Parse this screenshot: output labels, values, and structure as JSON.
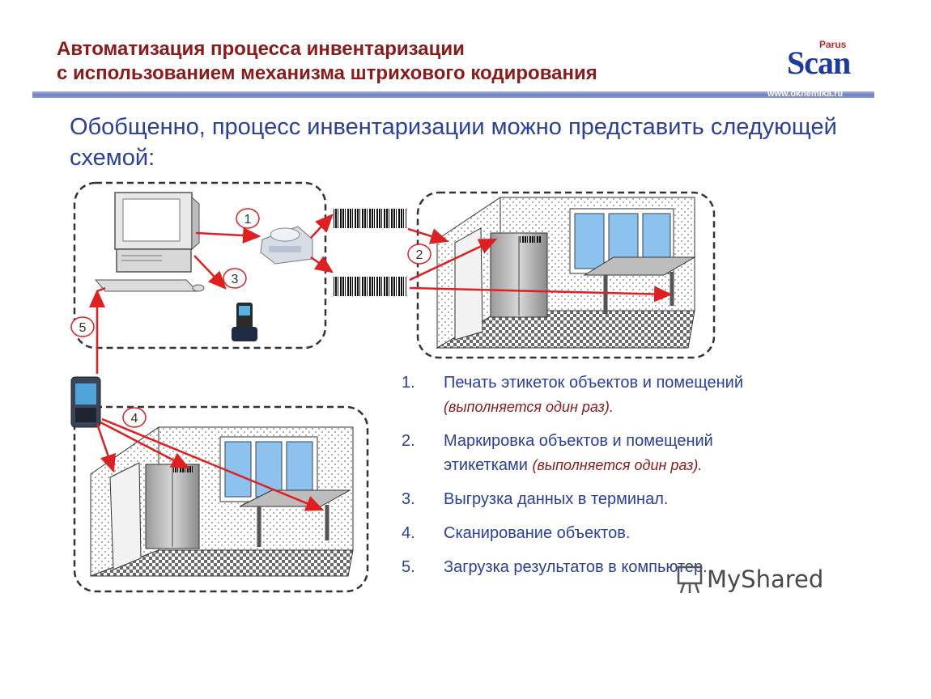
{
  "header": {
    "title_line1": "Автоматизация процесса инвентаризации",
    "title_line2": "с использованием механизма штрихового кодирования",
    "logo_brand": "Scan",
    "logo_super": "Parus",
    "website": "www.oknemika.ru"
  },
  "intro": "Обобщенно, процесс инвентаризации можно представить следующей схемой:",
  "diagram": {
    "callouts": [
      "1",
      "2",
      "3",
      "4",
      "5"
    ]
  },
  "steps": [
    {
      "num": "1.",
      "text": "Печать этикеток объектов и помещений",
      "note": "(выполняется один раз)."
    },
    {
      "num": "2.",
      "text": "Маркировка объектов и помещений этикетками",
      "note": "(выполняется один раз)."
    },
    {
      "num": "3.",
      "text": "Выгрузка данных в терминал.",
      "note": ""
    },
    {
      "num": "4.",
      "text": "Сканирование объектов.",
      "note": ""
    },
    {
      "num": "5.",
      "text": "Загрузка результатов в компьютер.",
      "note": ""
    }
  ],
  "watermark": "MyShared",
  "colors": {
    "title": "#8b1a1a",
    "body_text": "#2b3f9c",
    "arrow": "#e02020",
    "rule": "#6f7fc2"
  }
}
